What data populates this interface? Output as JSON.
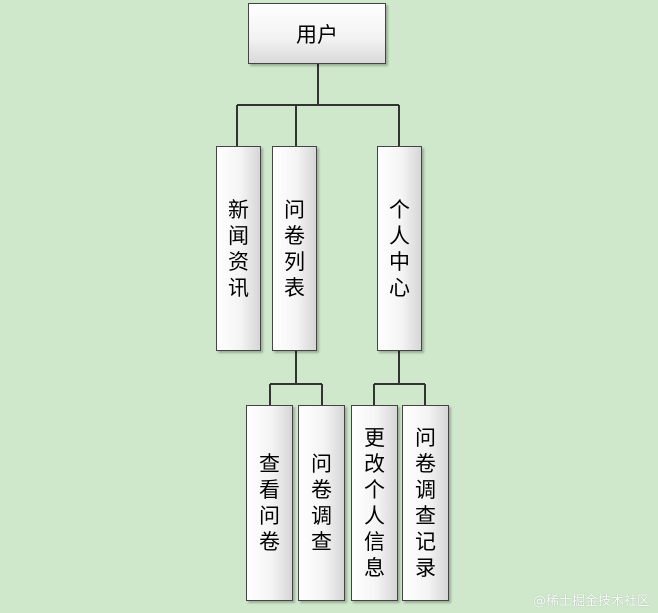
{
  "diagram": {
    "root": {
      "label": "用户"
    },
    "level1": [
      {
        "label": "新闻资讯"
      },
      {
        "label": "问卷列表"
      },
      {
        "label": "个人中心"
      }
    ],
    "level2_wenjuan": [
      {
        "label": "查看问卷"
      },
      {
        "label": "问卷调查"
      }
    ],
    "level2_geren": [
      {
        "label": "更改个人信息"
      },
      {
        "label": "问卷调查记录"
      }
    ]
  },
  "watermark": "@稀土掘金技术社区",
  "colors": {
    "background": "#cfe8cc",
    "line": "#333333",
    "border": "#444444"
  }
}
